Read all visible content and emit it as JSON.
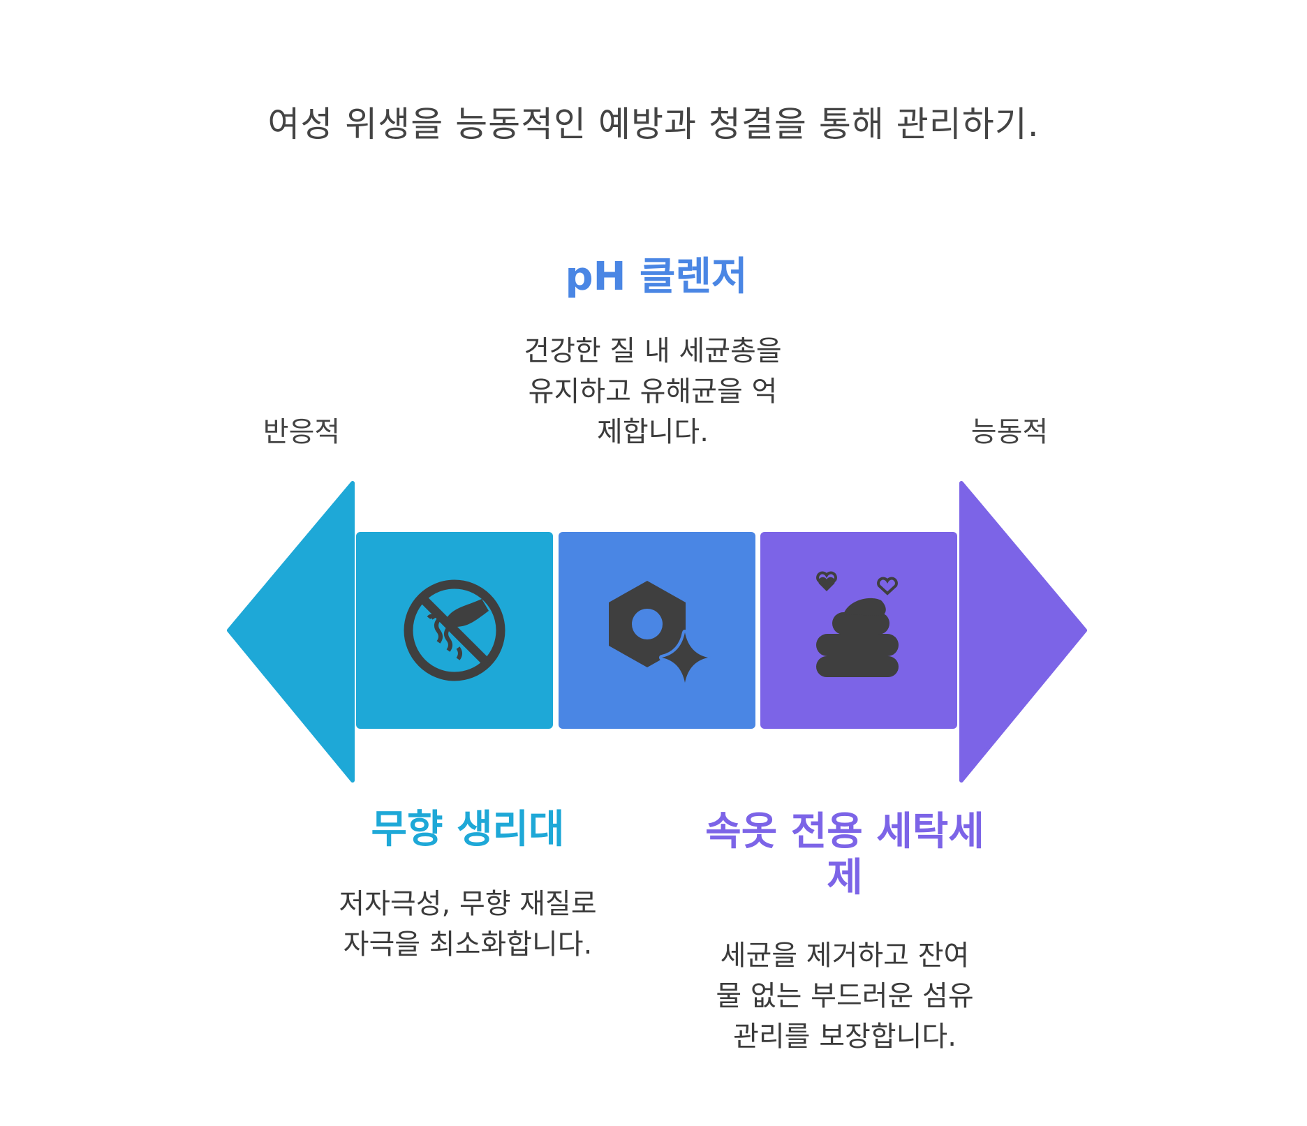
{
  "title": "여성 위생을 능동적인 예방과 청결을 통해 관리하기.",
  "axis": {
    "left_label": "반응적",
    "right_label": "능동적"
  },
  "items": [
    {
      "heading": "무향 생리대",
      "description_lines": [
        "저자극성, 무향 재질로",
        "자극을 최소화합니다."
      ],
      "color": "#1ea8d7",
      "icon": "no-odor-icon"
    },
    {
      "heading": "pH 클렌저",
      "description_lines": [
        "건강한 질 내 세균총을",
        "유지하고 유해균을 억",
        "제합니다."
      ],
      "color": "#4a86e4",
      "icon": "sparkling-hex-nut-icon"
    },
    {
      "heading_lines": [
        "속옷 전용 세탁세",
        "제"
      ],
      "description_lines": [
        "세균을 제거하고 잔여",
        "물 없는 부드러운 섬유",
        "관리를 보장합니다."
      ],
      "color": "#7c64e7",
      "icon": "soft-fabric-hearts-icon"
    }
  ],
  "icon_color": "#3f3f3f"
}
